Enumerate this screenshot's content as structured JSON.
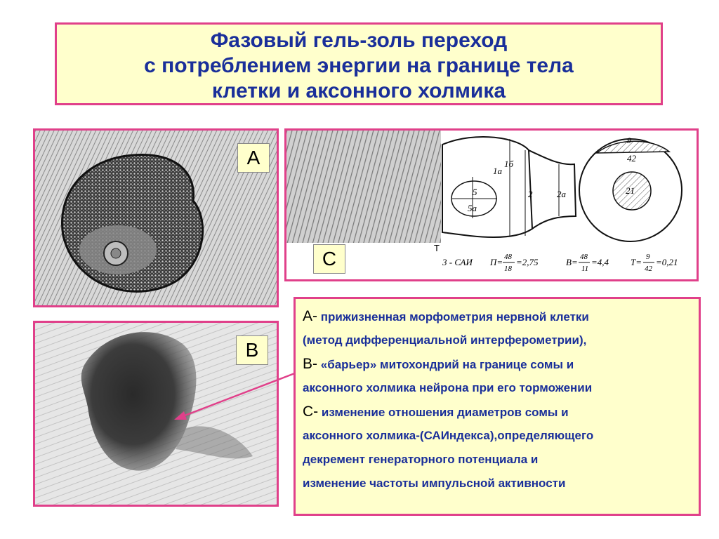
{
  "title": {
    "line1": "Фазовый гель-золь переход",
    "line2": "с потреблением энергии на границе тела",
    "line3": "клетки и аксонного холмика"
  },
  "labels": {
    "a": "А",
    "b": "В",
    "c": "С"
  },
  "diagram_c": {
    "soma_inner": "5",
    "soma_inner_a": "5а",
    "soma_outer": "1а",
    "soma_top": "1б",
    "body_height": "2",
    "hillock": "2а",
    "axon_top": "9",
    "axon_outer": "42",
    "axon_inner": "21",
    "formula_t": "T",
    "formula_sai": "3 - САИ",
    "formula_p": "П=",
    "formula_p_num": "48",
    "formula_p_den": "18",
    "formula_p_val": "=2,75",
    "formula_b": "В=",
    "formula_b_num": "48",
    "formula_b_den": "11",
    "formula_b_val": "=4,4",
    "formula_tt": "T=",
    "formula_tt_num": "9",
    "formula_tt_den": "42",
    "formula_tt_val": "=0,21"
  },
  "description": {
    "a_key": "А-",
    "a_line1": "прижизненная морфометрия нервной клетки",
    "a_line2": "(метод дифференциальной интерферометрии),",
    "b_key": "В-",
    "b_line1": "«барьер» митохондрий на границе сомы и",
    "b_line2": "аксонного холмика нейрона при его торможении",
    "c_key": "С-",
    "c_line1": "изменение отношения диаметров сомы и",
    "c_line2": "аксонного холмика-(САИндекса),определяющего",
    "c_line3": "декремент генераторного потенциала и",
    "c_line4": "изменение частоты импульсной активности"
  },
  "colors": {
    "accent": "#e0408a",
    "text": "#1a2f9a",
    "box": "#ffffcc"
  }
}
